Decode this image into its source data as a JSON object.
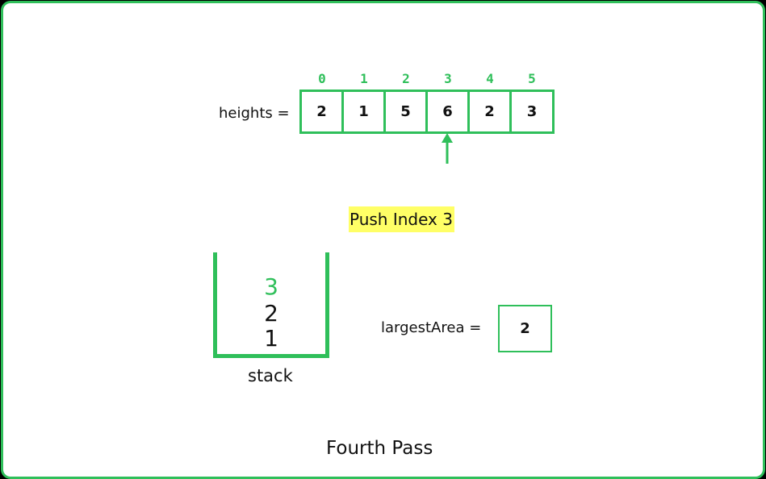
{
  "array": {
    "label": "heights =",
    "indices": [
      "0",
      "1",
      "2",
      "3",
      "4",
      "5"
    ],
    "values": [
      "2",
      "1",
      "5",
      "6",
      "2",
      "3"
    ]
  },
  "pointer": {
    "index": 3
  },
  "action": {
    "text": "Push Index 3"
  },
  "stack": {
    "label": "stack",
    "items": [
      "3",
      "2",
      "1"
    ]
  },
  "largest_area": {
    "label": "largestArea =",
    "value": "2"
  },
  "caption": "Fourth Pass",
  "colors": {
    "accent": "#2fbf5a",
    "highlight": "#ffff66",
    "text": "#111111"
  }
}
